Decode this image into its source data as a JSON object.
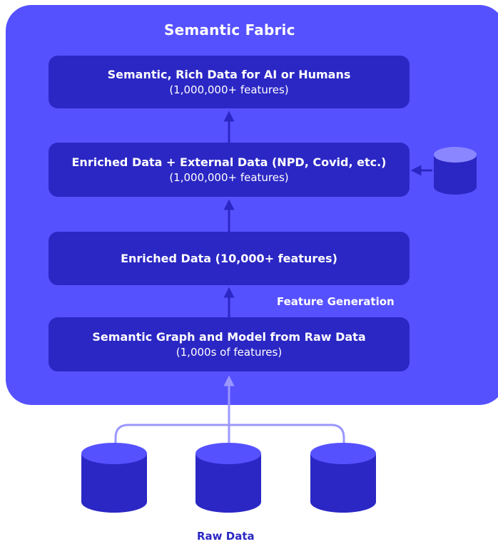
{
  "fabric": {
    "title": "Semantic Fabric",
    "color": "#5651ff"
  },
  "boxes": {
    "rich": {
      "title": "Semantic, Rich Data for AI or Humans",
      "subtitle": "(1,000,000+ features)"
    },
    "enriched_external": {
      "title": "Enriched Data + External Data (NPD, Covid, etc.)",
      "subtitle": "(1,000,000+ features)"
    },
    "enriched": {
      "title": "Enriched Data (10,000+ features)"
    },
    "semantic_graph": {
      "title": "Semantic Graph and Model from Raw Data",
      "subtitle": "(1,000s of features)"
    }
  },
  "labels": {
    "feature_generation": "Feature Generation",
    "raw_data": "Raw Data"
  },
  "colors": {
    "box": "#2b27c4",
    "arrow_inner": "#2b27c4",
    "arrow_outer": "#9b97ff",
    "database": "#3b36e0"
  }
}
